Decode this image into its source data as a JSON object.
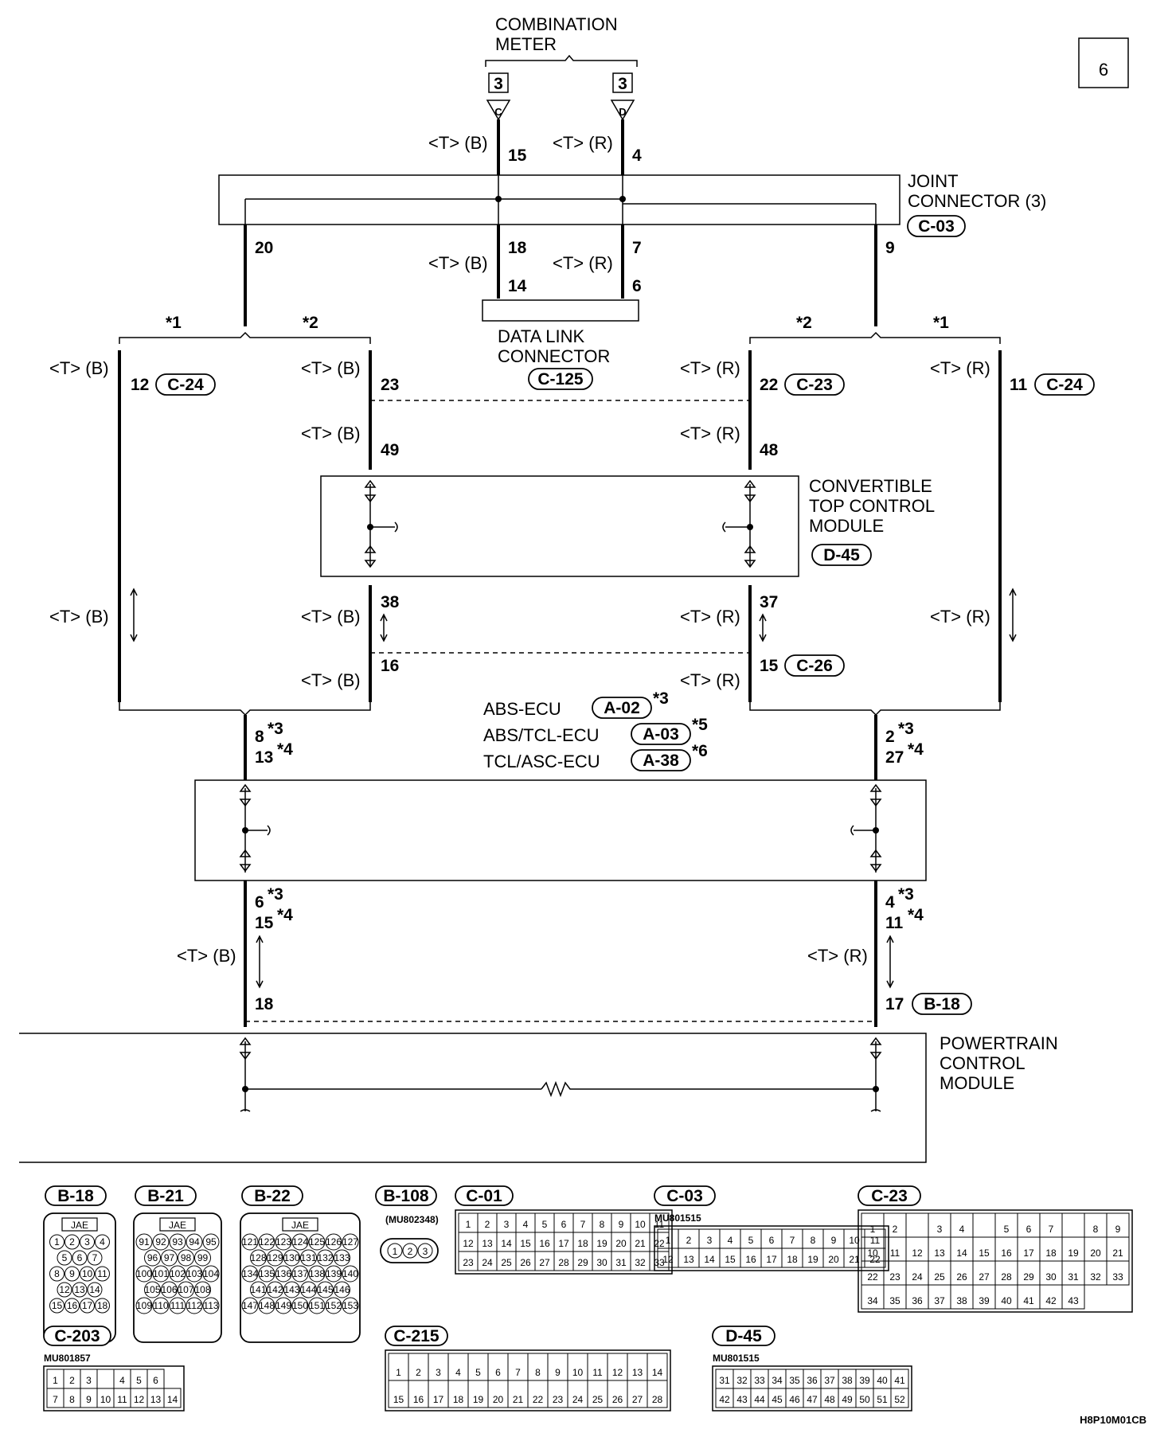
{
  "page_number": "6",
  "figure_code": "H8P10M01CB",
  "combination_meter": {
    "label_line1": "COMBINATION",
    "label_line2": "METER",
    "connector_box": "3",
    "pin_c": "C",
    "pin_d": "D",
    "wire_left_label": "<T> (B)",
    "wire_left_pin": "15",
    "wire_right_label": "<T> (R)",
    "wire_right_pin": "4"
  },
  "joint_connector": {
    "label_line1": "JOINT",
    "label_line2": "CONNECTOR (3)",
    "code": "C-03",
    "pin_left": "20",
    "pin_mid_left": "18",
    "pin_mid_right": "7",
    "pin_right": "9"
  },
  "data_link_connector": {
    "label_line1": "DATA LINK",
    "label_line2": "CONNECTOR",
    "code": "C-125",
    "wire_left_label": "<T> (B)",
    "wire_right_label": "<T> (R)",
    "wire_left_label2": "<T> (B)",
    "wire_right_label2": "<T> (R)",
    "pin_left": "14",
    "pin_right": "6"
  },
  "notes": {
    "star1": "*1",
    "star2": "*2",
    "star3": "*3",
    "star4": "*4",
    "star5": "*5",
    "star6": "*6"
  },
  "left_side": {
    "outer_label": "<T> (B)",
    "outer_pin": "12",
    "outer_code": "C-24",
    "inner_label": "<T> (B)",
    "inner_pin_top": "23",
    "inner_label2": "<T> (B)",
    "inner_pin_49": "49",
    "outer_mid_label": "<T> (B)",
    "inner_mid_label": "<T> (B)",
    "inner_pin_38": "38",
    "inner_low_label": "<T> (B)",
    "inner_pin_16": "16"
  },
  "right_side": {
    "outer_label": "<T> (R)",
    "outer_pin": "11",
    "outer_code": "C-24",
    "inner_label": "<T> (R)",
    "inner_pin_top": "22",
    "inner_code_top": "C-23",
    "inner_label2": "<T> (R)",
    "inner_pin_48": "48",
    "outer_mid_label": "<T> (R)",
    "inner_mid_label": "<T> (R)",
    "inner_pin_37": "37",
    "inner_low_label": "<T> (R)",
    "inner_pin_15": "15",
    "inner_code_low": "C-26"
  },
  "convertible_module": {
    "line1": "CONVERTIBLE",
    "line2": "TOP CONTROL",
    "line3": "MODULE",
    "code": "D-45"
  },
  "abs_ecu": {
    "row1_label": "ABS-ECU",
    "row1_code": "A-02",
    "row1_note": "*3",
    "row2_label": "ABS/TCL-ECU",
    "row2_code": "A-03",
    "row2_note": "*5",
    "row3_label": "TCL/ASC-ECU",
    "row3_code": "A-38",
    "row3_note": "*6",
    "left_pin_a": "8",
    "left_pin_b": "13",
    "right_pin_a": "2",
    "right_pin_b": "27",
    "left_low_a": "6",
    "left_low_b": "15",
    "right_low_a": "4",
    "right_low_b": "11"
  },
  "pcm": {
    "line1": "POWERTRAIN",
    "line2": "CONTROL",
    "line3": "MODULE",
    "left_label": "<T> (B)",
    "left_pin": "18",
    "right_label": "<T> (R)",
    "right_pin": "17",
    "code": "B-18"
  },
  "connectors": {
    "b18": {
      "code": "B-18",
      "brand": "JAE",
      "rows": [
        [
          "1",
          "2",
          "3",
          "4"
        ],
        [
          "5",
          "6",
          "7"
        ],
        [
          "8",
          "9",
          "10",
          "11"
        ],
        [
          "12",
          "13",
          "14"
        ],
        [
          "15",
          "16",
          "17",
          "18"
        ]
      ]
    },
    "b21": {
      "code": "B-21",
      "brand": "JAE",
      "rows": [
        [
          "91",
          "92",
          "93",
          "94",
          "95"
        ],
        [
          "96",
          "97",
          "98",
          "99"
        ],
        [
          "100",
          "101",
          "102",
          "103",
          "104"
        ],
        [
          "105",
          "106",
          "107",
          "108"
        ],
        [
          "109",
          "110",
          "111",
          "112",
          "113"
        ]
      ]
    },
    "b22": {
      "code": "B-22",
      "brand": "JAE",
      "rows": [
        [
          "121",
          "122",
          "123",
          "124",
          "125",
          "126",
          "127"
        ],
        [
          "128",
          "129",
          "130",
          "131",
          "132",
          "133"
        ],
        [
          "134",
          "135",
          "136",
          "137",
          "138",
          "139",
          "140"
        ],
        [
          "141",
          "142",
          "143",
          "144",
          "145",
          "146"
        ],
        [
          "147",
          "148",
          "149",
          "150",
          "151",
          "152",
          "153"
        ]
      ]
    },
    "b108": {
      "code": "B-108",
      "part": "(MU802348)",
      "pins": [
        "1",
        "2",
        "3"
      ]
    },
    "c01": {
      "code": "C-01",
      "rows": [
        [
          "1",
          "2",
          "3",
          "4",
          "5",
          "6",
          "7",
          "8",
          "9",
          "10",
          "11"
        ],
        [
          "12",
          "13",
          "14",
          "15",
          "16",
          "17",
          "18",
          "19",
          "20",
          "21",
          "22"
        ],
        [
          "23",
          "24",
          "25",
          "26",
          "27",
          "28",
          "29",
          "30",
          "31",
          "32",
          "33"
        ]
      ]
    },
    "c03": {
      "code": "C-03",
      "part": "MU801515",
      "rows": [
        [
          "1",
          "2",
          "3",
          "4",
          "5",
          "6",
          "7",
          "8",
          "9",
          "10",
          "11"
        ],
        [
          "12",
          "13",
          "14",
          "15",
          "16",
          "17",
          "18",
          "19",
          "20",
          "21",
          "22"
        ]
      ]
    },
    "c23": {
      "code": "C-23",
      "rows": [
        [
          "1",
          "2",
          "",
          "3",
          "4",
          "",
          "5",
          "6",
          "7",
          "",
          "8",
          "9"
        ],
        [
          "10",
          "11",
          "12",
          "13",
          "14",
          "15",
          "16",
          "17",
          "18",
          "19",
          "20",
          "21"
        ],
        [
          "22",
          "23",
          "24",
          "25",
          "26",
          "27",
          "28",
          "29",
          "30",
          "31",
          "32",
          "33"
        ],
        [
          "34",
          "35",
          "36",
          "37",
          "38",
          "39",
          "40",
          "41",
          "42",
          "43"
        ]
      ]
    },
    "c203": {
      "code": "C-203",
      "part": "MU801857",
      "rows": [
        [
          "1",
          "2",
          "3",
          "",
          "4",
          "5",
          "6"
        ],
        [
          "7",
          "8",
          "9",
          "10",
          "11",
          "12",
          "13",
          "14"
        ]
      ]
    },
    "c215": {
      "code": "C-215",
      "rows": [
        [
          "1",
          "2",
          "3",
          "4",
          "5",
          "6",
          "7",
          "8",
          "9",
          "10",
          "11",
          "12",
          "13",
          "14"
        ],
        [
          "15",
          "16",
          "17",
          "18",
          "19",
          "20",
          "21",
          "22",
          "23",
          "24",
          "25",
          "26",
          "27",
          "28"
        ]
      ]
    },
    "d45": {
      "code": "D-45",
      "part": "MU801515",
      "rows": [
        [
          "31",
          "32",
          "33",
          "34",
          "35",
          "36",
          "37",
          "38",
          "39",
          "40",
          "41"
        ],
        [
          "42",
          "43",
          "44",
          "45",
          "46",
          "47",
          "48",
          "49",
          "50",
          "51",
          "52"
        ]
      ]
    }
  }
}
